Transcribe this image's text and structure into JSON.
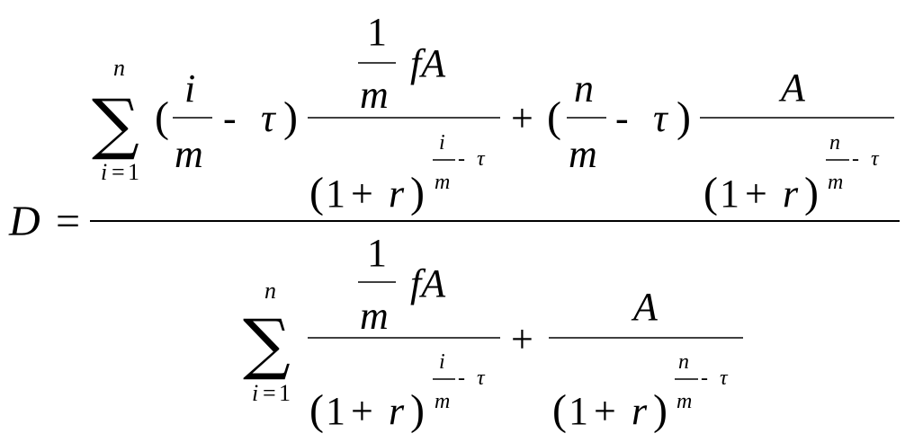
{
  "formula": {
    "lhs": {
      "var": "D",
      "eq": "="
    },
    "num": {
      "sum": {
        "symbol": "∑",
        "upper": "n",
        "lower_var": "i",
        "lower_eq": "=",
        "lower_val": "1"
      },
      "paren1": {
        "open": "(",
        "frac_num": "i",
        "frac_den": "m",
        "minus": "-",
        "tau": "τ",
        "close": ")"
      },
      "term1": {
        "num_one": "1",
        "num_m": "m",
        "num_fA": "fA",
        "den_open": "(",
        "den_one": "1",
        "den_plus": "+",
        "den_r": "r",
        "den_close": ")",
        "exp_num": "i",
        "exp_den": "m",
        "exp_minus": "-",
        "exp_tau": "τ"
      },
      "plus": "+",
      "paren2": {
        "open": "(",
        "frac_num": "n",
        "frac_den": "m",
        "minus": "-",
        "tau": "τ",
        "close": ")"
      },
      "term2": {
        "num": "A",
        "den_open": "(",
        "den_one": "1",
        "den_plus": "+",
        "den_r": "r",
        "den_close": ")",
        "exp_num": "n",
        "exp_den": "m",
        "exp_minus": "-",
        "exp_tau": "τ"
      }
    },
    "den": {
      "sum": {
        "symbol": "∑",
        "upper": "n",
        "lower_var": "i",
        "lower_eq": "=",
        "lower_val": "1"
      },
      "term1": {
        "num_one": "1",
        "num_m": "m",
        "num_fA": "fA",
        "den_open": "(",
        "den_one": "1",
        "den_plus": "+",
        "den_r": "r",
        "den_close": ")",
        "exp_num": "i",
        "exp_den": "m",
        "exp_minus": "-",
        "exp_tau": "τ"
      },
      "plus": "+",
      "term2": {
        "num": "A",
        "den_open": "(",
        "den_one": "1",
        "den_plus": "+",
        "den_r": "r",
        "den_close": ")",
        "exp_num": "n",
        "exp_den": "m",
        "exp_minus": "-",
        "exp_tau": "τ"
      }
    }
  }
}
